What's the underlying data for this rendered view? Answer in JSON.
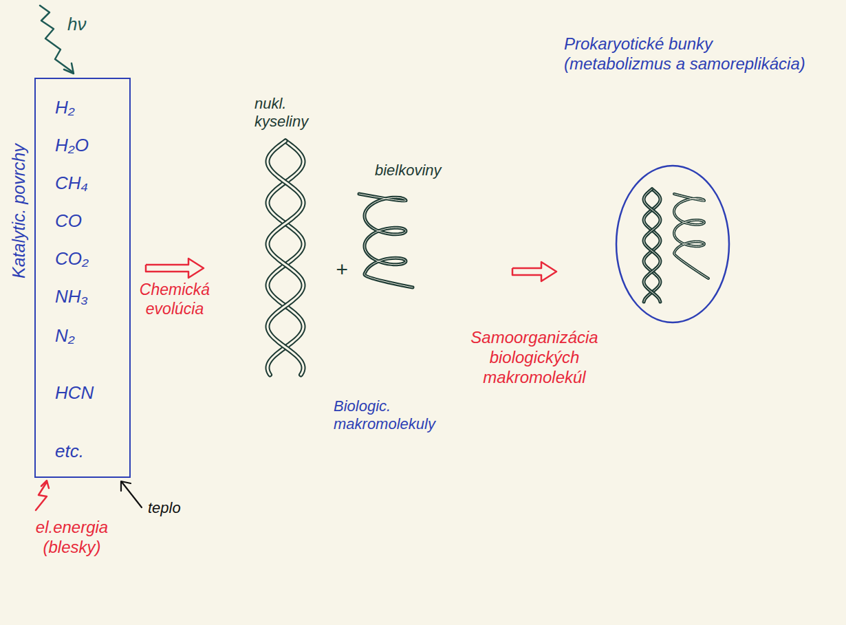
{
  "diagram": {
    "nodes": [
      {
        "text": [
          "Katalytic. povrchy",
          "H₂",
          "H₂O",
          "CH₄",
          "CO",
          "CO₂",
          "NH₃",
          "N₂",
          "HCN",
          "etc."
        ]
      },
      {
        "text": [
          "nukl. kyseliny",
          "bielkoviny",
          "Biologic. makromolekuly"
        ]
      },
      {
        "text": [
          "Prokaryotické bunky (metabolizmus a samoreplikácia)"
        ]
      }
    ],
    "edges": [
      {
        "from": 0,
        "to": 1,
        "arrow": "to",
        "label": "Chemická evolúcia"
      },
      {
        "from": 1,
        "to": 2,
        "arrow": "to",
        "label": "Samoorganizácia biologických makromolekúl"
      }
    ],
    "labels": [
      "hν",
      "+",
      "teplo",
      "el.energia (blesky)"
    ]
  }
}
